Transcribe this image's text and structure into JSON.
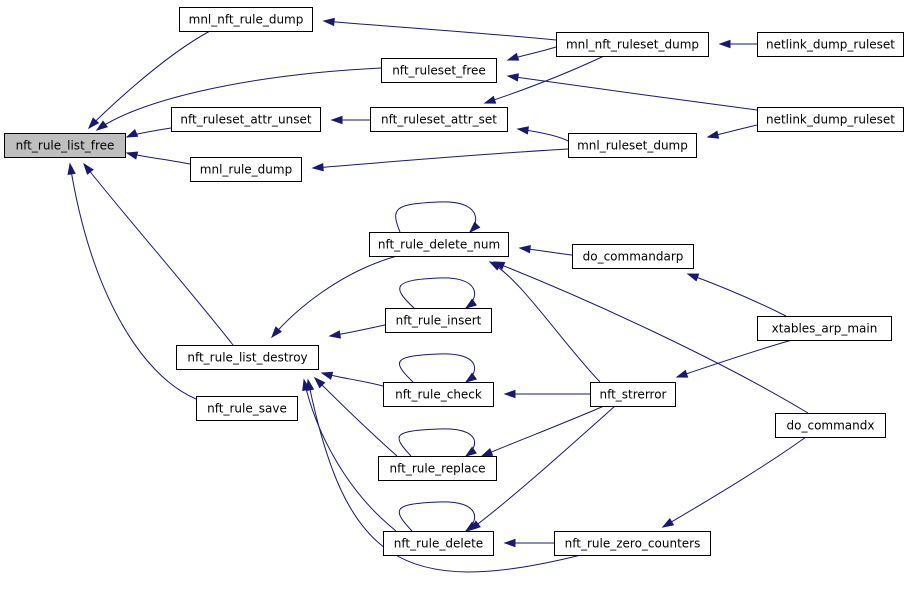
{
  "colors": {
    "edge": "#191970",
    "focus_fill": "#bfbfbf",
    "node_fill": "#ffffff",
    "node_border": "#000000"
  },
  "nodes": [
    {
      "id": "nft_rule_list_free",
      "label": "nft_rule_list_free",
      "focus": true
    },
    {
      "id": "mnl_nft_rule_dump",
      "label": "mnl_nft_rule_dump"
    },
    {
      "id": "nft_ruleset_free",
      "label": "nft_ruleset_free"
    },
    {
      "id": "nft_ruleset_attr_unset",
      "label": "nft_ruleset_attr_unset"
    },
    {
      "id": "nft_ruleset_attr_set",
      "label": "nft_ruleset_attr_set"
    },
    {
      "id": "mnl_rule_dump",
      "label": "mnl_rule_dump"
    },
    {
      "id": "mnl_nft_ruleset_dump",
      "label": "mnl_nft_ruleset_dump"
    },
    {
      "id": "mnl_ruleset_dump",
      "label": "mnl_ruleset_dump"
    },
    {
      "id": "netlink_dump_ruleset_1",
      "label": "netlink_dump_ruleset"
    },
    {
      "id": "netlink_dump_ruleset_2",
      "label": "netlink_dump_ruleset"
    },
    {
      "id": "nft_rule_list_destroy",
      "label": "nft_rule_list_destroy"
    },
    {
      "id": "nft_rule_save",
      "label": "nft_rule_save"
    },
    {
      "id": "nft_rule_delete_num",
      "label": "nft_rule_delete_num"
    },
    {
      "id": "nft_rule_insert",
      "label": "nft_rule_insert"
    },
    {
      "id": "nft_rule_check",
      "label": "nft_rule_check"
    },
    {
      "id": "nft_rule_replace",
      "label": "nft_rule_replace"
    },
    {
      "id": "nft_rule_delete",
      "label": "nft_rule_delete"
    },
    {
      "id": "do_commandarp",
      "label": "do_commandarp"
    },
    {
      "id": "nft_strerror",
      "label": "nft_strerror"
    },
    {
      "id": "nft_rule_zero_counters",
      "label": "nft_rule_zero_counters"
    },
    {
      "id": "xtables_arp_main",
      "label": "xtables_arp_main"
    },
    {
      "id": "do_commandx",
      "label": "do_commandx"
    }
  ],
  "edges": [
    {
      "from": "mnl_nft_rule_dump",
      "to": "nft_rule_list_free"
    },
    {
      "from": "nft_ruleset_free",
      "to": "nft_rule_list_free"
    },
    {
      "from": "nft_ruleset_attr_unset",
      "to": "nft_rule_list_free"
    },
    {
      "from": "mnl_rule_dump",
      "to": "nft_rule_list_free"
    },
    {
      "from": "nft_rule_list_destroy",
      "to": "nft_rule_list_free"
    },
    {
      "from": "nft_rule_save",
      "to": "nft_rule_list_free"
    },
    {
      "from": "mnl_nft_ruleset_dump",
      "to": "mnl_nft_rule_dump"
    },
    {
      "from": "mnl_nft_ruleset_dump",
      "to": "nft_ruleset_free"
    },
    {
      "from": "netlink_dump_ruleset_2",
      "to": "nft_ruleset_free"
    },
    {
      "from": "nft_ruleset_attr_set",
      "to": "nft_ruleset_attr_unset"
    },
    {
      "from": "mnl_nft_ruleset_dump",
      "to": "nft_ruleset_attr_set"
    },
    {
      "from": "mnl_ruleset_dump",
      "to": "nft_ruleset_attr_set"
    },
    {
      "from": "mnl_ruleset_dump",
      "to": "mnl_rule_dump"
    },
    {
      "from": "netlink_dump_ruleset_1",
      "to": "mnl_nft_ruleset_dump"
    },
    {
      "from": "netlink_dump_ruleset_2",
      "to": "mnl_ruleset_dump"
    },
    {
      "from": "nft_rule_delete_num",
      "to": "nft_rule_list_destroy"
    },
    {
      "from": "nft_rule_insert",
      "to": "nft_rule_list_destroy"
    },
    {
      "from": "nft_rule_check",
      "to": "nft_rule_list_destroy"
    },
    {
      "from": "nft_rule_replace",
      "to": "nft_rule_list_destroy"
    },
    {
      "from": "nft_rule_delete",
      "to": "nft_rule_list_destroy"
    },
    {
      "from": "nft_rule_zero_counters",
      "to": "nft_rule_list_destroy"
    },
    {
      "from": "nft_rule_delete_num",
      "to": "nft_rule_delete_num"
    },
    {
      "from": "nft_rule_insert",
      "to": "nft_rule_insert"
    },
    {
      "from": "nft_rule_check",
      "to": "nft_rule_check"
    },
    {
      "from": "nft_rule_replace",
      "to": "nft_rule_replace"
    },
    {
      "from": "nft_rule_delete",
      "to": "nft_rule_delete"
    },
    {
      "from": "do_commandarp",
      "to": "nft_rule_delete_num"
    },
    {
      "from": "nft_strerror",
      "to": "nft_rule_delete_num"
    },
    {
      "from": "do_commandx",
      "to": "nft_rule_delete_num"
    },
    {
      "from": "nft_strerror",
      "to": "nft_rule_check"
    },
    {
      "from": "nft_strerror",
      "to": "nft_rule_replace"
    },
    {
      "from": "nft_strerror",
      "to": "nft_rule_delete"
    },
    {
      "from": "nft_rule_zero_counters",
      "to": "nft_rule_delete"
    },
    {
      "from": "xtables_arp_main",
      "to": "do_commandarp"
    },
    {
      "from": "xtables_arp_main",
      "to": "nft_strerror"
    },
    {
      "from": "do_commandx",
      "to": "nft_rule_zero_counters"
    }
  ]
}
